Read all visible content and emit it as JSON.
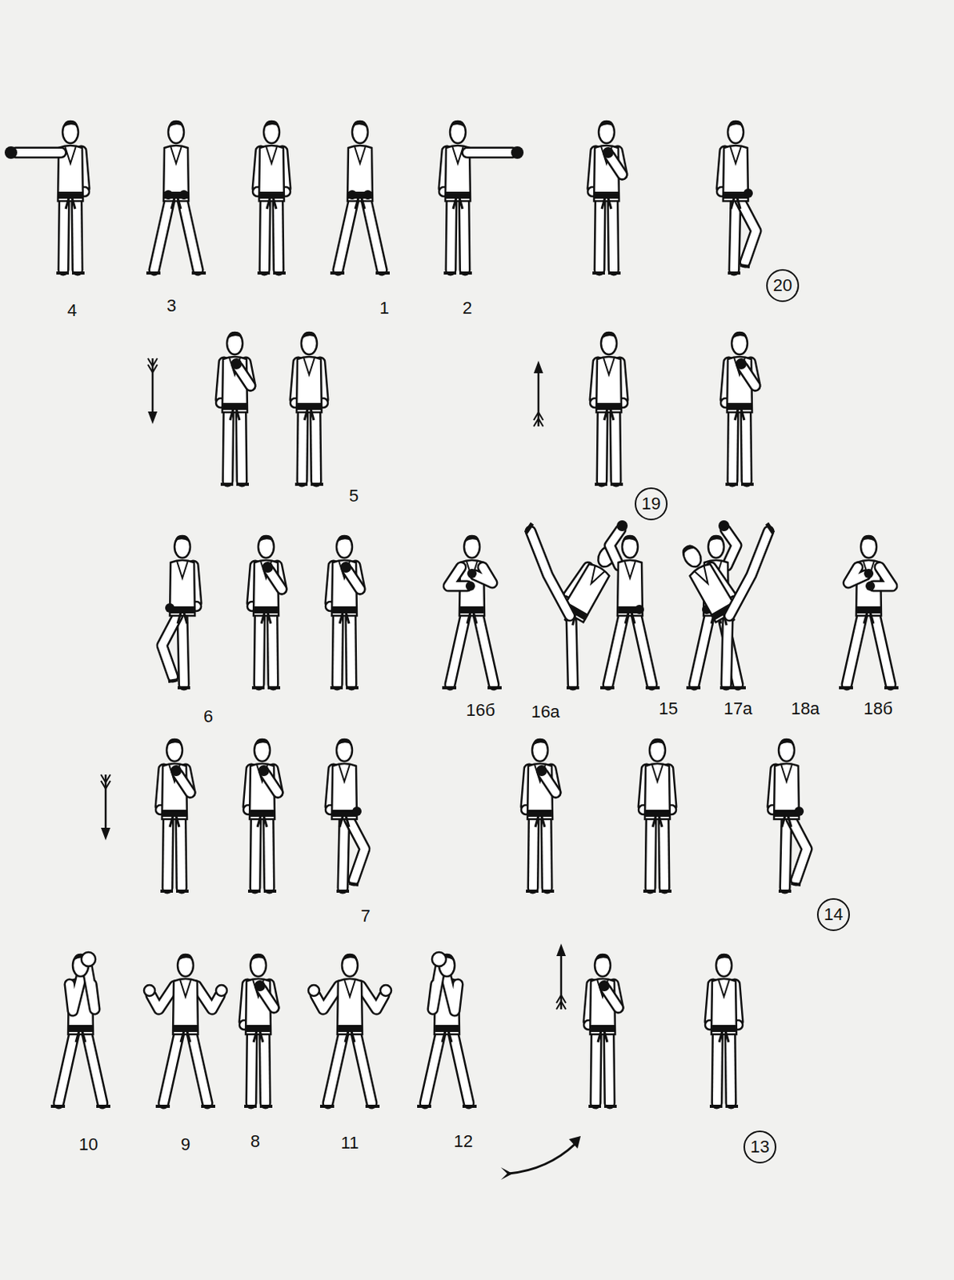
{
  "diagram": {
    "nodes": [
      {
        "text": [
          "20"
        ]
      },
      {
        "text": [
          "19"
        ]
      },
      {
        "text": [
          "14"
        ]
      },
      {
        "text": [
          "13"
        ]
      }
    ],
    "labels": [
      "4",
      "3",
      "1",
      "2",
      "5",
      "6",
      "16б",
      "16а",
      "15",
      "17а",
      "18а",
      "18б",
      "7",
      "10",
      "9",
      "8",
      "11",
      "12"
    ]
  }
}
